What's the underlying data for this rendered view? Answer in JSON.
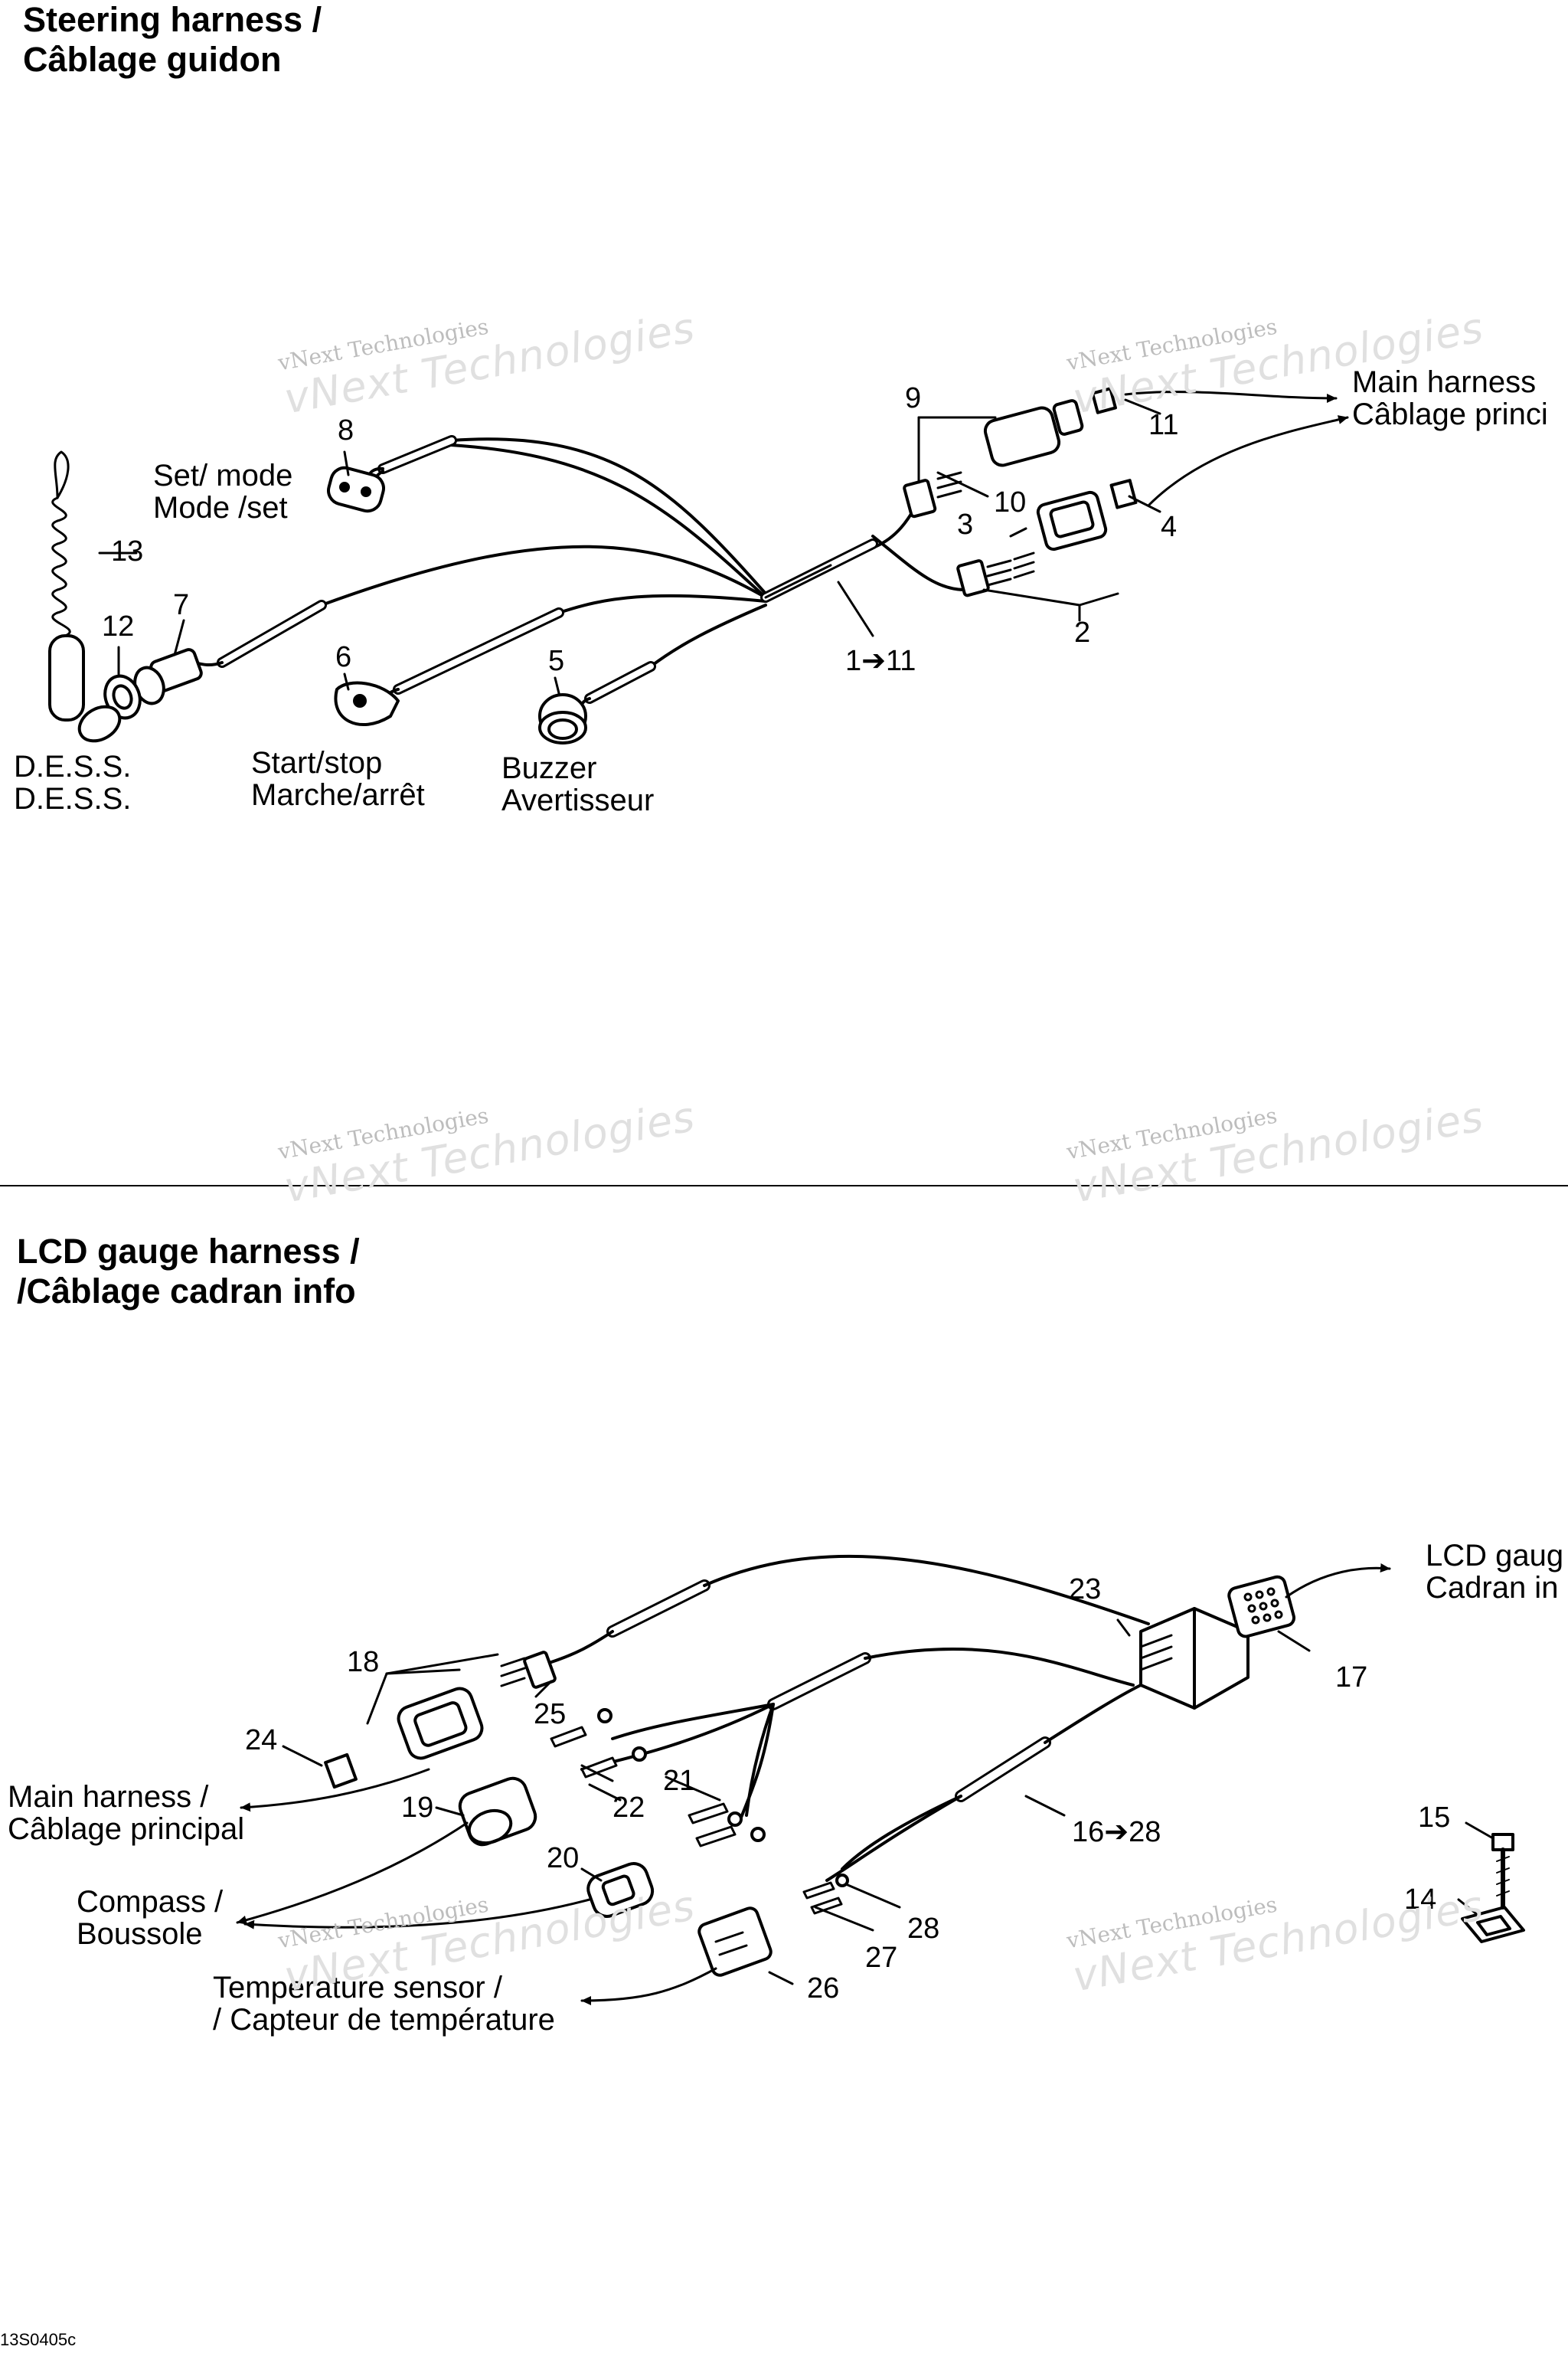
{
  "figure_code": "13S0405c",
  "watermark": {
    "line1": "vNext Technologies",
    "line2": "vNext Technologies"
  },
  "steering": {
    "title_line1": "Steering harness /",
    "title_line2": "Câblage guidon",
    "labels": {
      "set_mode_1": "Set/ mode",
      "set_mode_2": "Mode /set",
      "dess_1": "D.E.S.S.",
      "dess_2": "D.E.S.S.",
      "start_stop_1": "Start/stop",
      "start_stop_2": "Marche/arrêt",
      "buzzer_1": "Buzzer",
      "buzzer_2": "Avertisseur",
      "main_harness_1": "Main harness",
      "main_harness_2": "Câblage princi"
    },
    "callouts": {
      "c2": "2",
      "c3": "3",
      "c4": "4",
      "c5": "5",
      "c6": "6",
      "c7": "7",
      "c8": "8",
      "c9": "9",
      "c10": "10",
      "c11": "11",
      "c12": "12",
      "c13": "13",
      "range": "1➔11"
    }
  },
  "lcd": {
    "title_line1": "LCD gauge harness /",
    "title_line2": "/Câblage cadran info",
    "labels": {
      "lcd_gauge_1": "LCD gaug",
      "lcd_gauge_2": "Cadran in",
      "main_harness_1": "Main harness /",
      "main_harness_2": "Câblage principal",
      "compass_1": "Compass /",
      "compass_2": "Boussole",
      "temp_1": "Temperature sensor /",
      "temp_2": "/ Capteur de température"
    },
    "callouts": {
      "c14": "14",
      "c15": "15",
      "c17": "17",
      "c18": "18",
      "c19": "19",
      "c20": "20",
      "c21": "21",
      "c22": "22",
      "c23": "23",
      "c24": "24",
      "c25": "25",
      "c26": "26",
      "c27": "27",
      "c28": "28",
      "range": "16➔28"
    }
  }
}
